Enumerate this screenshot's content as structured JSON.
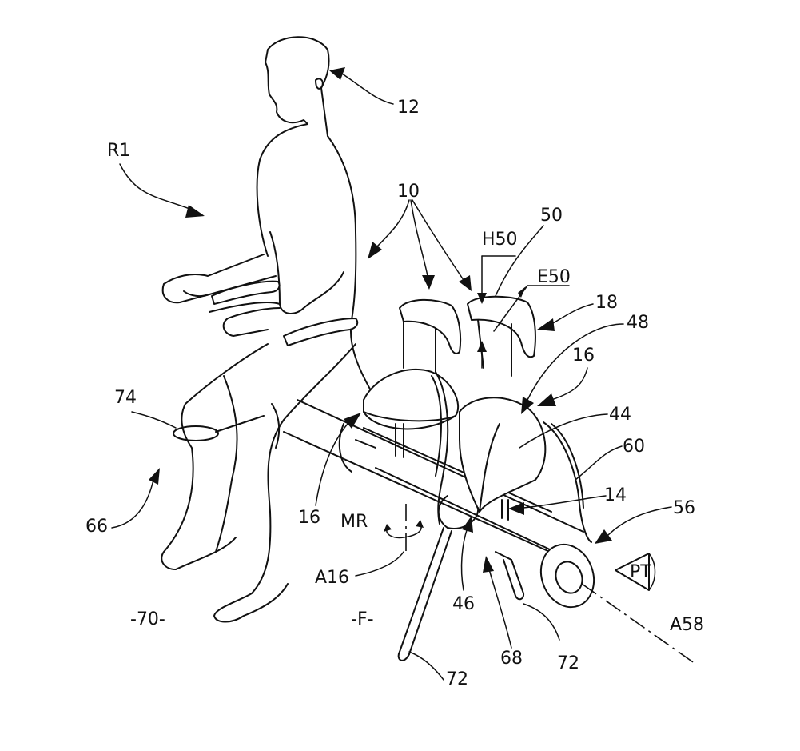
{
  "labels": {
    "l12": "12",
    "r1": "R1",
    "l10": "10",
    "l50": "50",
    "h50": "H50",
    "e50": "E50",
    "l18": "18",
    "l48": "48",
    "l16_right": "16",
    "l44": "44",
    "l60": "60",
    "l14": "14",
    "l56": "56",
    "pt": "PT",
    "a58": "A58",
    "l72_right": "72",
    "l68": "68",
    "l72_bottom": "72",
    "l46": "46",
    "a16": "A16",
    "mr": "MR",
    "l16_left": "16",
    "l74": "74",
    "l66": "66",
    "l70": "-70-",
    "f": "-F-"
  },
  "colors": {
    "ink": "#111111",
    "paper": "#ffffff"
  }
}
